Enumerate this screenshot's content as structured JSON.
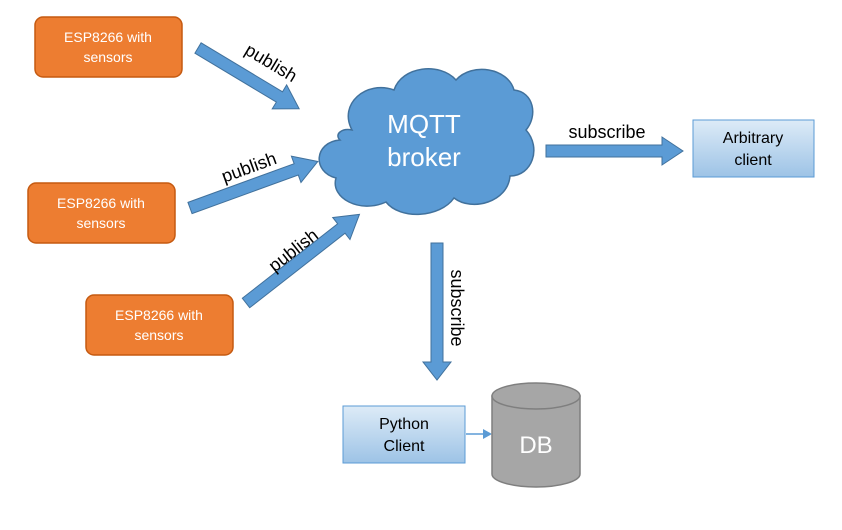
{
  "broker": {
    "line1": "MQTT",
    "line2": "broker"
  },
  "sensors": [
    {
      "line1": "ESP8266 with",
      "line2": "sensors"
    },
    {
      "line1": "ESP8266 with",
      "line2": "sensors"
    },
    {
      "line1": "ESP8266 with",
      "line2": "sensors"
    }
  ],
  "arrows": {
    "publish_1": "publish",
    "publish_2": "publish",
    "publish_3": "publish",
    "subscribe_right": "subscribe",
    "subscribe_down": "subscribe"
  },
  "arbitrary_client": {
    "line1": "Arbitrary",
    "line2": "client"
  },
  "python_client": {
    "line1": "Python",
    "line2": "Client"
  },
  "database": {
    "label": "DB"
  },
  "colors": {
    "sensor_fill": "#ED7D31",
    "sensor_stroke": "#C55A11",
    "cloud_fill": "#5B9BD5",
    "cloud_stroke": "#41719C",
    "arrow_fill": "#5B9BD5",
    "arrow_stroke": "#41719C",
    "client_fill": "#BDD7EE",
    "client_stroke": "#5B9BD5",
    "db_fill": "#A6A6A6",
    "db_stroke": "#7F7F7F"
  }
}
